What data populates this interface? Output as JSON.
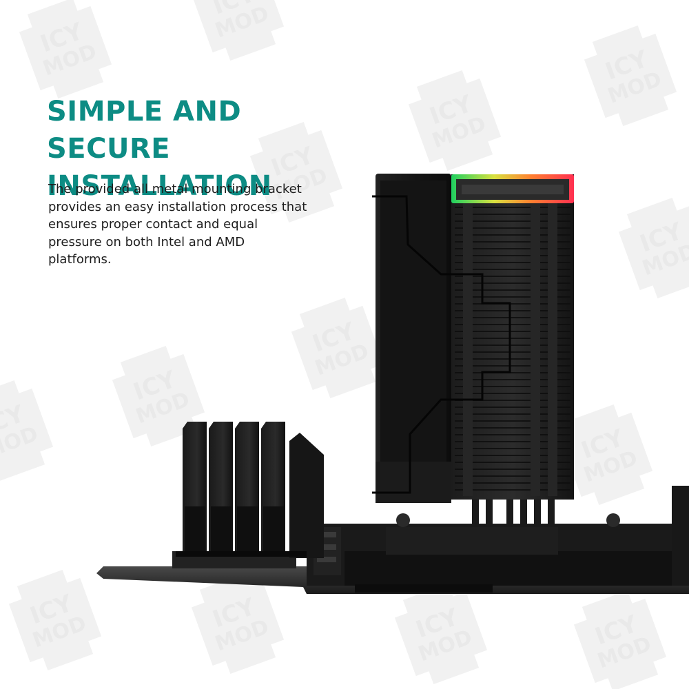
{
  "watermark": {
    "line1": "ICY",
    "line2": "MOD"
  },
  "hero": {
    "title_line1": "SIMPLE AND SECURE",
    "title_line2": "INSTALLATION",
    "description": "The provided all metal mounting bracket provides an easy installation process that ensures proper contact and equal pressure on both Intel and AMD platforms."
  },
  "colors": {
    "accent": "#0d8c84",
    "text": "#1e1e1e",
    "cooler_body": "#1a1a1a",
    "rgb_gradient": [
      "#20d060",
      "#e0e040",
      "#ff7a30",
      "#ff3040"
    ]
  },
  "icons": [
    "cpu-cooler-image",
    "ram-modules-image",
    "motherboard-image",
    "watermark-logo"
  ]
}
